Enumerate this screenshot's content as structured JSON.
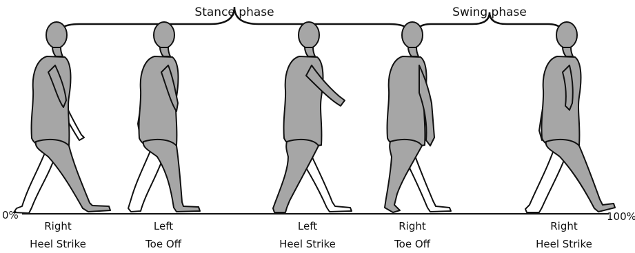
{
  "phases": {
    "stance": "Stance phase",
    "swing": "Swing phase"
  },
  "percent": {
    "start": "0%",
    "end": "100%"
  },
  "events": [
    {
      "line1": "Right",
      "line2": "Heel Strike"
    },
    {
      "line1": "Left",
      "line2": "Toe Off"
    },
    {
      "line1": "Left",
      "line2": "Heel Strike"
    },
    {
      "line1": "Right",
      "line2": "Toe Off"
    },
    {
      "line1": "Right",
      "line2": "Heel Strike"
    }
  ],
  "colors": {
    "figure_fill": "#a6a6a6",
    "outline": "#111111",
    "background": "#ffffff"
  }
}
